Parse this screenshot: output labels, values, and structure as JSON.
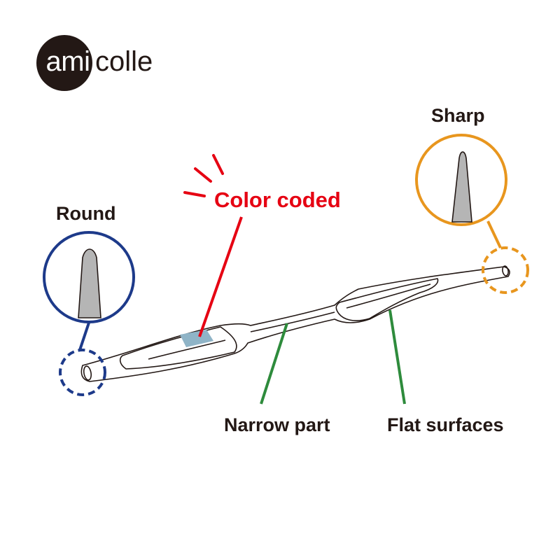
{
  "brand": {
    "logo_part1": "ami",
    "logo_part2": "colle"
  },
  "labels": {
    "round": "Round",
    "sharp": "Sharp",
    "color_coded": "Color coded",
    "narrow_part": "Narrow part",
    "flat_surfaces": "Flat surfaces"
  },
  "colors": {
    "round_callout": "#1d3a8a",
    "sharp_callout": "#e8961e",
    "color_coded": "#e60012",
    "pointer_green": "#2e8b3c",
    "color_band": "#8fb4c7",
    "tip_fill": "#b5b5b5",
    "outline": "#231815"
  }
}
